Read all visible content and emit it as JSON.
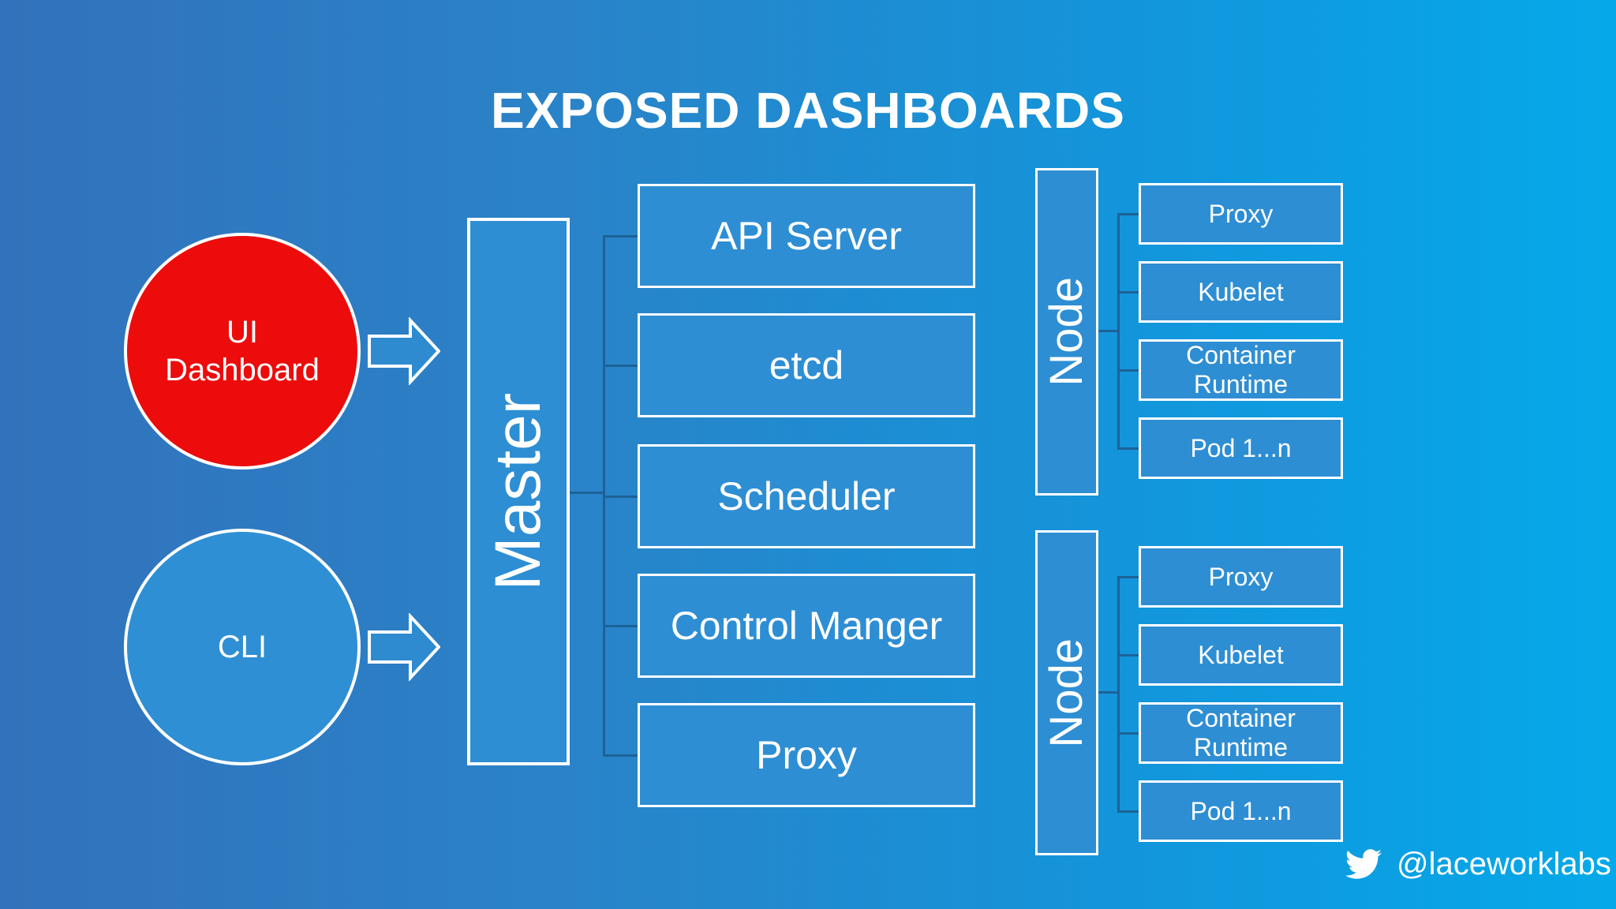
{
  "title": "EXPOSED DASHBOARDS",
  "sources": [
    {
      "label": "UI Dashboard"
    },
    {
      "label": "CLI"
    }
  ],
  "master": {
    "label": "Master",
    "components": [
      "API Server",
      "etcd",
      "Scheduler",
      "Control Manger",
      "Proxy"
    ]
  },
  "node_groups": [
    {
      "label": "Node",
      "components": [
        "Proxy",
        "Kubelet",
        "Container Runtime",
        "Pod 1...n"
      ]
    },
    {
      "label": "Node",
      "components": [
        "Proxy",
        "Kubelet",
        "Container Runtime",
        "Pod 1...n"
      ]
    }
  ],
  "footer": {
    "twitter_handle": "@laceworklabs"
  },
  "colors": {
    "background_left": "#3272BC",
    "background_right": "#05A9E9",
    "shape_fill": "#2E8ED3",
    "dashboard_red": "#EC0C0C",
    "connector_line": "#1D6296",
    "text": "#FFFFFF"
  }
}
